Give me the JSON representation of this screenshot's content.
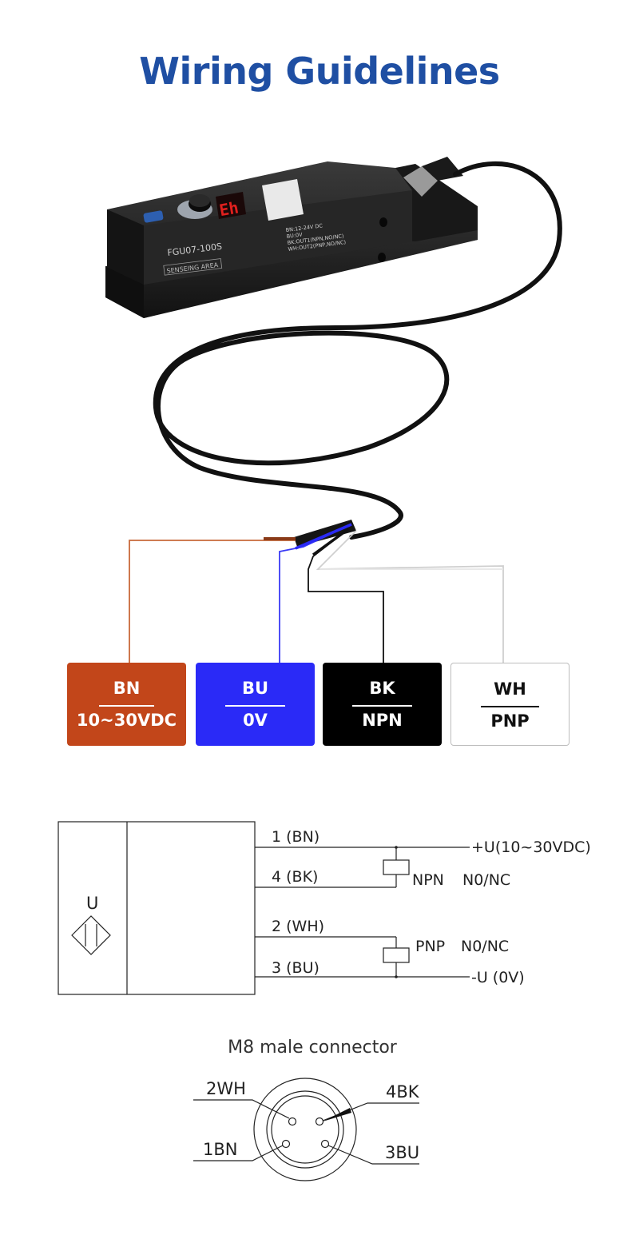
{
  "title": "Wiring Guidelines",
  "colors": {
    "title": "#1f4fa3",
    "brown": "#c2461a",
    "blue": "#2a2af7",
    "black": "#000000",
    "white": "#ffffff"
  },
  "sensor": {
    "model": "FGU07-100S",
    "area_label": "SENSEING  AREA",
    "spec_lines": [
      "BN:12-24V  DC",
      "BU:0V",
      "BK:OUT1(NPN,NO/NC)",
      "WH:OUT2(PNP,NO/NC)"
    ],
    "display": "Eh"
  },
  "wires": [
    {
      "code": "BN",
      "function": "10~30VDC"
    },
    {
      "code": "BU",
      "function": "0V"
    },
    {
      "code": "BK",
      "function": "NPN"
    },
    {
      "code": "WH",
      "function": "PNP"
    }
  ],
  "schematic": {
    "symbol": "U",
    "pin1": "1 (BN)",
    "pin4": "4 (BK)",
    "pin2": "2 (WH)",
    "pin3": "3 (BU)",
    "supply_pos": "+U(10~30VDC)",
    "supply_neg": "-U (0V)",
    "npn_label": "NPN",
    "npn_mode": "N0/NC",
    "pnp_label": "PNP",
    "pnp_mode": "N0/NC"
  },
  "connector": {
    "title": "M8 male connector",
    "pins": {
      "p2": "2WH",
      "p4": "4BK",
      "p1": "1BN",
      "p3": "3BU"
    }
  }
}
